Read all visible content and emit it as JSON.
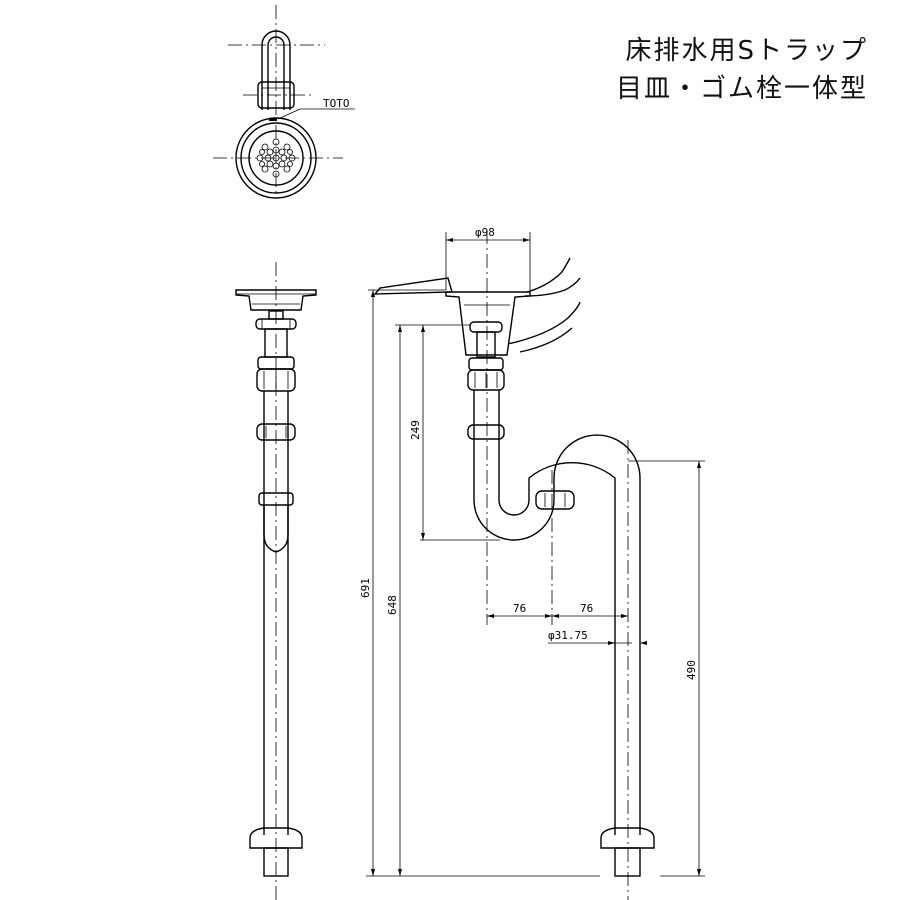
{
  "title": {
    "line1": "床排水用Sトラップ",
    "line2": "目皿・ゴム栓一体型"
  },
  "labels": {
    "brand": "TOTO",
    "dia_top": "φ98",
    "dim_249": "249",
    "dim_691": "691",
    "dim_648": "648",
    "dim_76_left": "76",
    "dim_76_right": "76",
    "dia_pipe": "φ31.75",
    "dim_490": "490"
  }
}
